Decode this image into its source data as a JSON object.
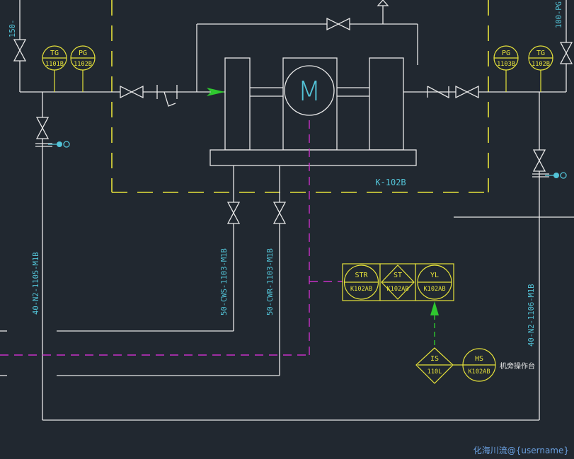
{
  "equipment": {
    "tag": "K-102B",
    "motor_symbol": "M"
  },
  "lines": {
    "top_left": "150-",
    "top_right": "100-PG",
    "cws": "50-CWS-1103-M1B",
    "cwr": "50-CWR-1103-M1B",
    "n2_left": "40-N2-1105-M1B",
    "n2_right": "40-N2-1106-M1B"
  },
  "instruments": {
    "tg_1101b": {
      "type": "TG",
      "number": "1101B"
    },
    "pg_1102b": {
      "type": "PG",
      "number": "1102B"
    },
    "pg_1103b": {
      "type": "PG",
      "number": "1103B"
    },
    "tg_1102b": {
      "type": "TG",
      "number": "1102B"
    },
    "str": {
      "type": "STR",
      "number": "K102AB"
    },
    "st": {
      "type": "ST",
      "number": "K102AB"
    },
    "yl": {
      "type": "YL",
      "number": "K102AB"
    },
    "is": {
      "type": "IS",
      "number": "110L"
    },
    "hs": {
      "type": "HS",
      "number": "K102AB"
    }
  },
  "notes": {
    "hs_location": "机旁操作台"
  },
  "watermark": "化海川流@{username}",
  "colors": {
    "background": "#212830",
    "pipe": "#e8e8e8",
    "instrument": "#53c4d8",
    "boundary": "#e6e23a",
    "signal": "#c830c8",
    "flow_arrow": "#2fc82f"
  }
}
